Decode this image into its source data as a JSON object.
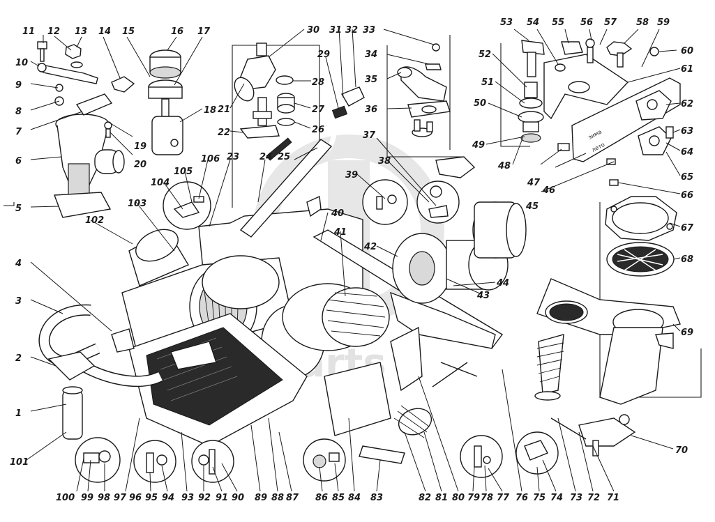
{
  "watermark": {
    "text": "lada-parts"
  },
  "labels": [
    "1",
    "2",
    "3",
    "4",
    "5",
    "6",
    "7",
    "8",
    "9",
    "10",
    "11",
    "12",
    "13",
    "14",
    "15",
    "16",
    "17",
    "18",
    "19",
    "20",
    "21",
    "22",
    "23",
    "24",
    "25",
    "26",
    "27",
    "28",
    "29",
    "30",
    "31",
    "32",
    "33",
    "34",
    "35",
    "36",
    "37",
    "38",
    "39",
    "40",
    "41",
    "42",
    "43",
    "44",
    "45",
    "46",
    "47",
    "48",
    "49",
    "50",
    "51",
    "52",
    "53",
    "54",
    "55",
    "56",
    "57",
    "58",
    "59",
    "60",
    "61",
    "62",
    "63",
    "64",
    "65",
    "66",
    "67",
    "68",
    "69",
    "70",
    "71",
    "72",
    "73",
    "74",
    "75",
    "76",
    "77",
    "78",
    "79",
    "80",
    "81",
    "82",
    "83",
    "84",
    "85",
    "86",
    "87",
    "88",
    "89",
    "90",
    "91",
    "92",
    "93",
    "94",
    "95",
    "96",
    "97",
    "98",
    "99",
    "100",
    "101",
    "102",
    "103",
    "104",
    "105",
    "106"
  ],
  "panel_text": {
    "top": "зима",
    "bottom": "лето"
  }
}
